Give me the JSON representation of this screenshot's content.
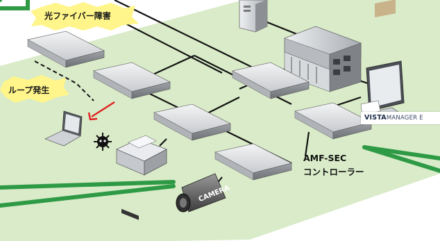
{
  "callouts": {
    "fiber_failure": "光ファイバー障害",
    "loop": "ループ発生"
  },
  "controller": {
    "line1": "AMF-SEC",
    "line2": "コントローラー"
  },
  "brand": {
    "part1": "VISTA",
    "part2": "MANAGER E"
  },
  "camera_text": "CAMERA",
  "colors": {
    "ground": "#d9ebc8",
    "uplink_green": "#2e9a45",
    "burst_yellow": "#fff58a",
    "alert_red": "#e02020",
    "switch_gray": "#d2d4d7"
  }
}
